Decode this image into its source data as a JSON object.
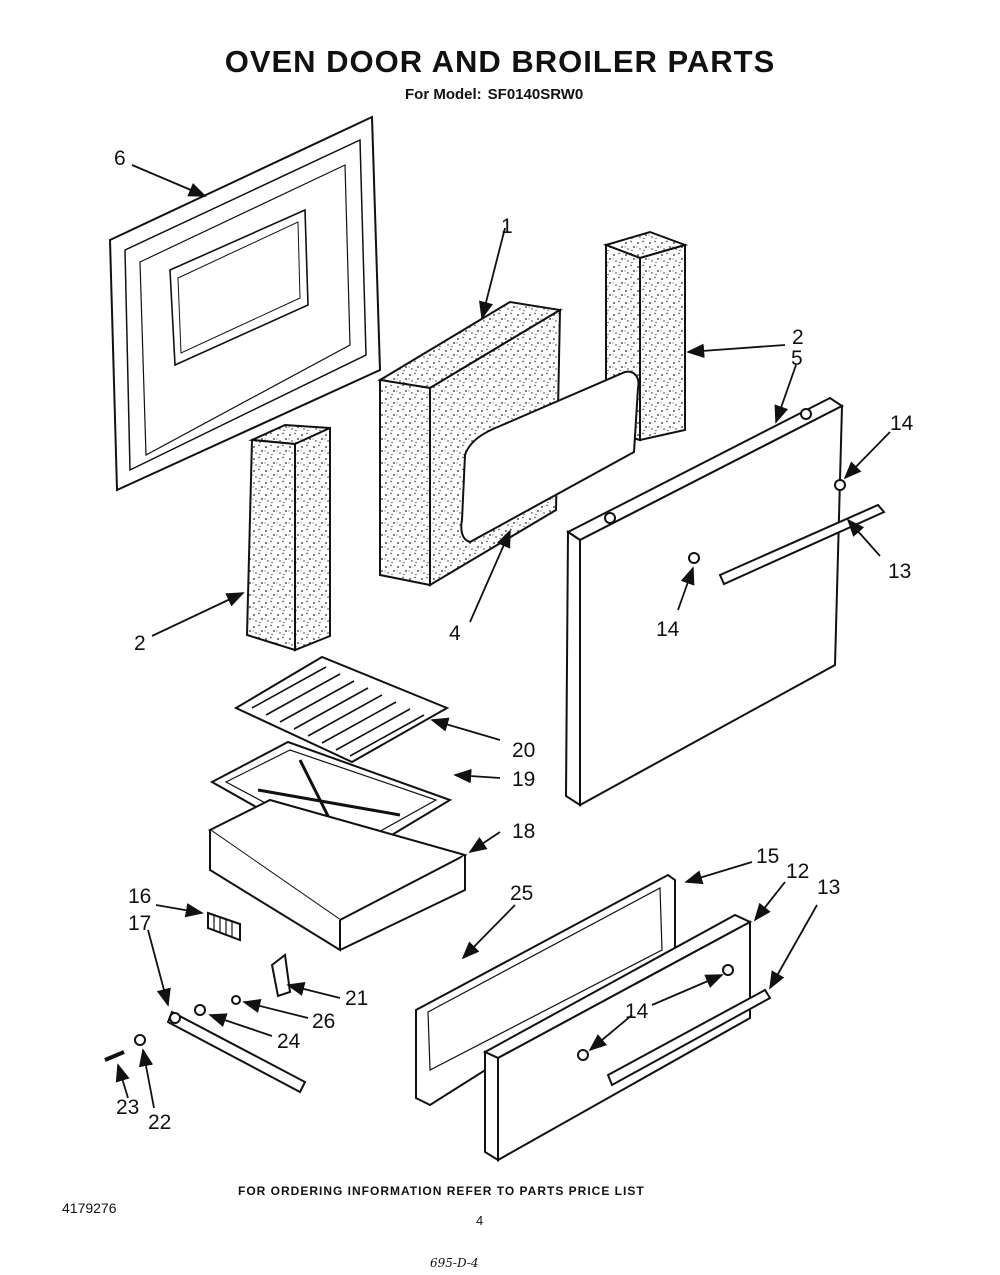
{
  "header": {
    "title": "OVEN DOOR AND BROILER PARTS",
    "model_label": "For Model:",
    "model_number": "SF0140SRW0"
  },
  "callouts": {
    "c1": "1",
    "c2a": "2",
    "c2b": "2",
    "c4": "4",
    "c5": "5",
    "c6": "6",
    "c12": "12",
    "c13a": "13",
    "c13b": "13",
    "c14a": "14",
    "c14b": "14",
    "c14c": "14",
    "c15": "15",
    "c16": "16",
    "c17": "17",
    "c18": "18",
    "c19": "19",
    "c20": "20",
    "c21": "21",
    "c22": "22",
    "c23": "23",
    "c24": "24",
    "c25": "25",
    "c26": "26"
  },
  "footer": {
    "ordering_note": "FOR ORDERING INFORMATION REFER TO PARTS PRICE LIST",
    "document_number": "4179276",
    "page_number": "4",
    "handwritten_note": "695-D-4"
  }
}
